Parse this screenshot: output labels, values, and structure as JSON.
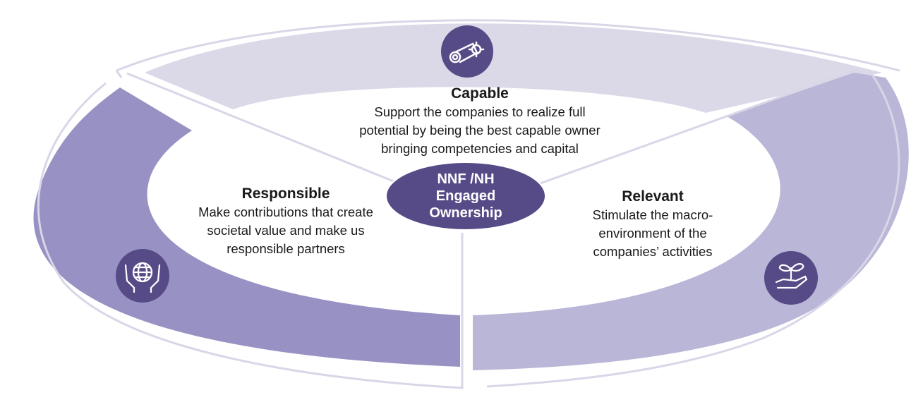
{
  "colors": {
    "top_segment": "#dbd9e8",
    "left_segment": "#9792c3",
    "right_segment": "#b9b6d7",
    "outline": "#d9d6e8",
    "hub": "#574b87",
    "icon_circle": "#574b87"
  },
  "center": {
    "line1": "NNF /NH",
    "line2": "Engaged",
    "line3": "Ownership"
  },
  "segments": {
    "capable": {
      "title": "Capable",
      "lines": [
        "Support the companies to realize full",
        "potential by being the best capable owner",
        "bringing competencies and capital"
      ],
      "icon": "diploma-gear-icon"
    },
    "responsible": {
      "title": "Responsible",
      "lines": [
        "Make contributions that create",
        "societal value and make us",
        "responsible partners"
      ],
      "icon": "globe-in-hands-icon"
    },
    "relevant": {
      "title": "Relevant",
      "lines": [
        "Stimulate the macro-",
        "environment of the",
        "companies’ activities"
      ],
      "icon": "seedling-in-hand-icon"
    }
  }
}
